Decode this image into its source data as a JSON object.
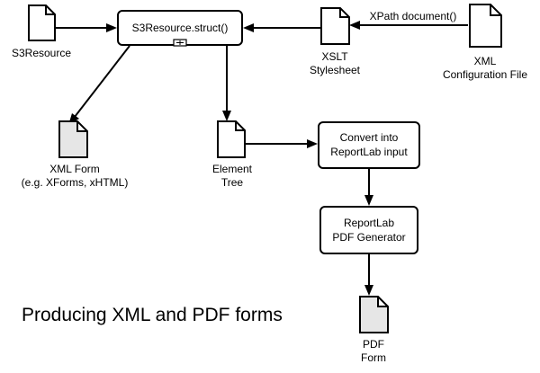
{
  "diagram": {
    "title": "Producing XML and PDF forms",
    "colors": {
      "stroke": "#000000",
      "background": "#ffffff",
      "output_doc_fill": "#e6e6e6",
      "input_doc_fill": "#ffffff"
    },
    "nodes": {
      "s3resource": {
        "type": "document",
        "lines": [
          "S3Resource"
        ]
      },
      "struct": {
        "type": "process",
        "lines": [
          "S3Resource.struct()"
        ],
        "expand_marker": "+"
      },
      "xslt": {
        "type": "document",
        "lines": [
          "XSLT",
          "Stylesheet"
        ]
      },
      "xmlconfig": {
        "type": "document",
        "lines": [
          "XML",
          "Configuration File"
        ]
      },
      "xmlform": {
        "type": "output-document",
        "lines": [
          "XML Form",
          "(e.g. XForms, xHTML)"
        ]
      },
      "elementtree": {
        "type": "document",
        "lines": [
          "Element",
          "Tree"
        ]
      },
      "convert": {
        "type": "process",
        "lines": [
          "Convert into",
          "ReportLab input"
        ]
      },
      "reportlab": {
        "type": "process",
        "lines": [
          "ReportLab",
          "PDF Generator"
        ]
      },
      "pdfform": {
        "type": "output-document",
        "lines": [
          "PDF",
          "Form"
        ]
      }
    },
    "edges": [
      {
        "from": "s3resource",
        "to": "struct",
        "label": ""
      },
      {
        "from": "xslt",
        "to": "struct",
        "label": ""
      },
      {
        "from": "xmlconfig",
        "to": "xslt",
        "label": "XPath document()"
      },
      {
        "from": "struct",
        "to": "xmlform",
        "label": ""
      },
      {
        "from": "struct",
        "to": "elementtree",
        "label": ""
      },
      {
        "from": "elementtree",
        "to": "convert",
        "label": ""
      },
      {
        "from": "convert",
        "to": "reportlab",
        "label": ""
      },
      {
        "from": "reportlab",
        "to": "pdfform",
        "label": ""
      }
    ]
  }
}
